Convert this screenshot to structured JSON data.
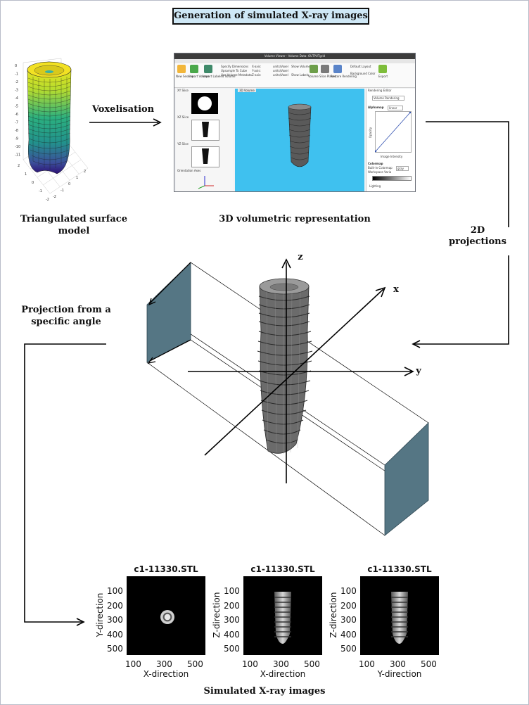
{
  "title": "Generation of simulated X-ray images",
  "labels": {
    "voxelisation": "Voxelisation",
    "surface_model": "Triangulated surface model",
    "volumetric": "3D volumetric representation",
    "projections_line1": "2D",
    "projections_line2": "projections",
    "angle_line1": "Projection from a",
    "angle_line2": "specific angle",
    "simulated": "Simulated X-ray images"
  },
  "axes3d": {
    "z": "z",
    "x": "x",
    "y": "y"
  },
  "gui": {
    "window_title": "Volume Viewer - Volume Data: OUTPUTgrid",
    "tab": "VOLUME VIEWER",
    "viewport_label": "3D Volume",
    "left_panels": [
      "XY Slice",
      "XZ Slice",
      "YZ Slice",
      "Orientation Axes"
    ],
    "right_header": "Rendering Editor",
    "render_mode": "Volume Rendering",
    "alphamap_label": "Alphamap",
    "alphamap_value": "linear",
    "intensity_axis": "Image Intensity",
    "opacity_axis": "Opacity",
    "colormap_label": "Colormap",
    "colormap_option1": "Built-in Colormap",
    "colormap_value": "gray",
    "colormap_option2": "Workspace Varia",
    "lighting": "Lighting",
    "buttons": [
      "New Session",
      "Import Volume",
      "Import Labeled Volume",
      "Volume",
      "Slice Planes",
      "Restore Rendering",
      "Export"
    ],
    "options": [
      "Specify Dimensions",
      "Upsample To Cube",
      "Use Volume Metadata",
      "Default Layout",
      "Background Color",
      "Show Volume",
      "Show Labels"
    ],
    "dims": [
      "X-axis:",
      "Y-axis:",
      "Z-axis:"
    ],
    "units": [
      "units/Voxel",
      "units/Voxel",
      "units/Voxel"
    ]
  },
  "xray_panels": [
    {
      "title": "c1-11330.STL",
      "ylabel": "Y-direction",
      "xlabel": "X-direction",
      "view": "top"
    },
    {
      "title": "c1-11330.STL",
      "ylabel": "Z-direction",
      "xlabel": "X-direction",
      "view": "side"
    },
    {
      "title": "c1-11330.STL",
      "ylabel": "Z-direction",
      "xlabel": "Y-direction",
      "view": "side"
    }
  ],
  "xray_ticks": {
    "x": [
      "100",
      "300",
      "500"
    ],
    "y": [
      "100",
      "200",
      "300",
      "400",
      "500"
    ]
  },
  "surface_ticks": {
    "z": [
      "0",
      "-1",
      "-2",
      "-3",
      "-4",
      "-5",
      "-6",
      "-7",
      "-8",
      "-9",
      "-10",
      "-11"
    ],
    "a": [
      "2",
      "1",
      "0",
      "-1",
      "-2"
    ],
    "b": [
      "-2",
      "-1",
      "0",
      "1",
      "2"
    ]
  },
  "colors": {
    "title_bg": "#cfe8f6",
    "projection_plane": "#557684",
    "viewport_bg": "#3fc1ef"
  }
}
